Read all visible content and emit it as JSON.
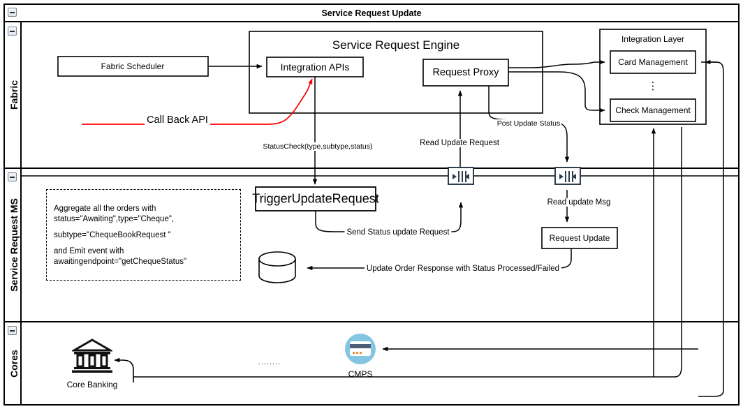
{
  "pool": {
    "title": "Service Request Update",
    "collapse_icon": "collapse-minus-icon"
  },
  "lanes": [
    {
      "id": "fabric",
      "title": "Fabric"
    },
    {
      "id": "service-request-ms",
      "title": "Service Request MS"
    },
    {
      "id": "cores",
      "title": "Cores"
    }
  ],
  "fabric": {
    "fabric_scheduler": "Fabric Scheduler",
    "engine_title": "Service Request Engine",
    "integration_apis": "Integration APIs",
    "request_proxy": "Request Proxy",
    "integration_layer_title": "Integration Layer",
    "card_management": "Card Management",
    "check_management": "Check Management",
    "vertical_ellipsis": "⋮",
    "callback_label": "Call Back API",
    "callback_color": "#ff0000"
  },
  "edges": {
    "status_check": "StatusCheck(type,subtype,status)",
    "read_update_request": "Read Update Request",
    "post_update_status": "Post Update Status",
    "send_status_update_request": "Send Status update Request",
    "read_update_msg": "Read update Msg",
    "update_order_response": "Update Order  Response with Status Processed/Failed"
  },
  "ms": {
    "trigger_update_request": "TriggerUpdateRequest",
    "request_update": "Request Update",
    "database_icon": "database-cylinder-icon",
    "annotation": {
      "line1": "Aggregate all the orders with",
      "line2": "status=\"Awaiting\",type=\"Cheque\",",
      "line3": "subtype=\"ChequeBookRequest \"",
      "line4": "and Emit event with",
      "line5": "awaitingendpoint=\"getChequeStatus\""
    }
  },
  "cores": {
    "core_banking_label": "Core Banking",
    "core_banking_icon": "bank-building-icon",
    "cmps_label": "CMPS",
    "cmps_icon": "credit-card-circle-icon",
    "ellipsis": "........"
  },
  "colors": {
    "stroke": "#000000",
    "mq_stroke": "#2d3c4e",
    "callback": "#ff0000",
    "cmps_circle": "#86c5e2",
    "background": "#ffffff"
  }
}
